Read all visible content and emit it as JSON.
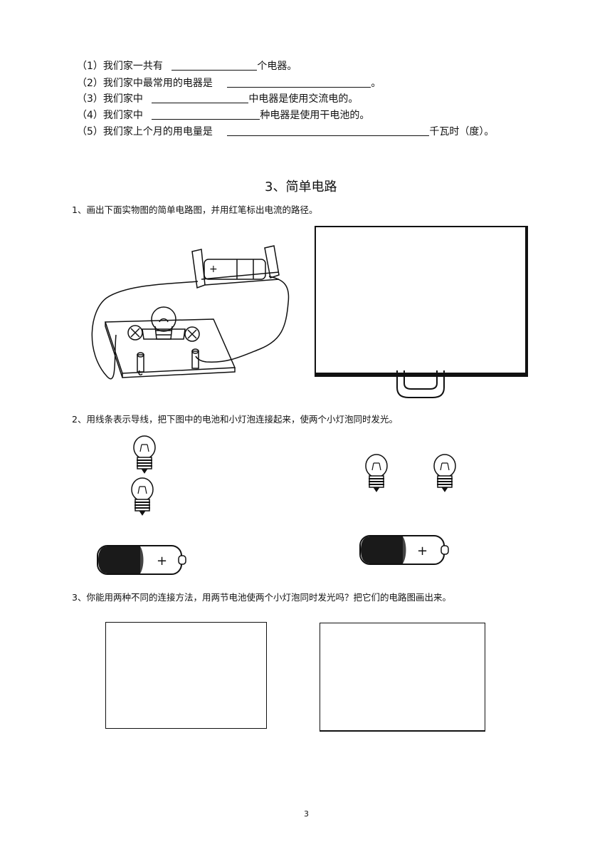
{
  "survey": [
    {
      "label": "（1）我们家一共有",
      "after": "个电器。"
    },
    {
      "label": "（2）我们家中最常用的电器是",
      "after": "。"
    },
    {
      "label": "（3）我们家中",
      "after": "中电器是使用交流电的。"
    },
    {
      "label": "（4）我们家中",
      "after": "种电器是使用干电池的。"
    },
    {
      "label": "（5）我们家上个月的用电量是",
      "after": "千瓦时（度）。"
    }
  ],
  "section_title": "3、简单电路",
  "questions": {
    "q1": "1、画出下面实物图的简单电路图，并用红笔标出电流的路径。",
    "q2": "2、用线条表示导线，把下图中的电池和小灯泡连接起来，使两个小灯泡同时发光。",
    "q3": "3、你能用两种不同的连接方法，用两节电池使两个小灯泡同时发光吗？把它们的电路图画出来。"
  },
  "battery_plus": "+",
  "page_number": "3"
}
